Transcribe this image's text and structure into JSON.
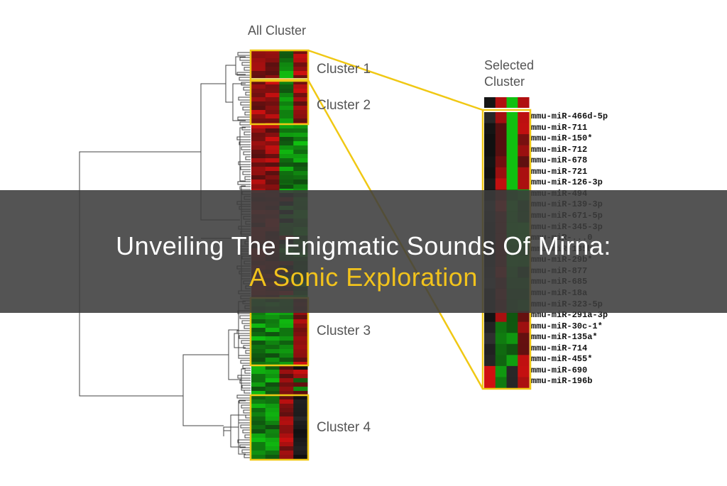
{
  "figure": {
    "all_cluster_label": "All Cluster",
    "selected_cluster_label_line1": "Selected",
    "selected_cluster_label_line2": "Cluster",
    "clusters": [
      {
        "label": "Cluster 1"
      },
      {
        "label": "Cluster 2"
      },
      {
        "label": "Cluster 3"
      },
      {
        "label": "Cluster 4"
      }
    ],
    "highlight_color": "#f0c814",
    "heatmap_colors": {
      "up": "#d01010",
      "down": "#10c010",
      "neutral": "#101010"
    },
    "mirnas": [
      "mmu-miR-466d-5p",
      "mmu-miR-711",
      "mmu-miR-150*",
      "mmu-miR-712",
      "mmu-miR-678",
      "mmu-miR-721",
      "mmu-miR-126-3p",
      "mmu-miR-494",
      "mmu-miR-139-3p",
      "mmu-miR-671-5p",
      "mmu-miR-345-3p",
      "mmu-miR-...0",
      "mmu-miR-135b",
      "mmu-miR-29b*",
      "mmu-miR-877",
      "mmu-miR-685",
      "mmu-miR-18a",
      "mmu-miR-323-5p",
      "mmu-miR-291a-3p",
      "mmu-miR-30c-1*",
      "mmu-miR-135a*",
      "mmu-miR-714",
      "mmu-miR-455*",
      "mmu-miR-690",
      "mmu-miR-196b"
    ]
  },
  "banner": {
    "title_line1": "Unveiling The Enigmatic Sounds Of Mirna:",
    "title_line2": "A Sonic Exploration",
    "background": "#3c3c3c",
    "accent_color": "#f2c31c"
  }
}
